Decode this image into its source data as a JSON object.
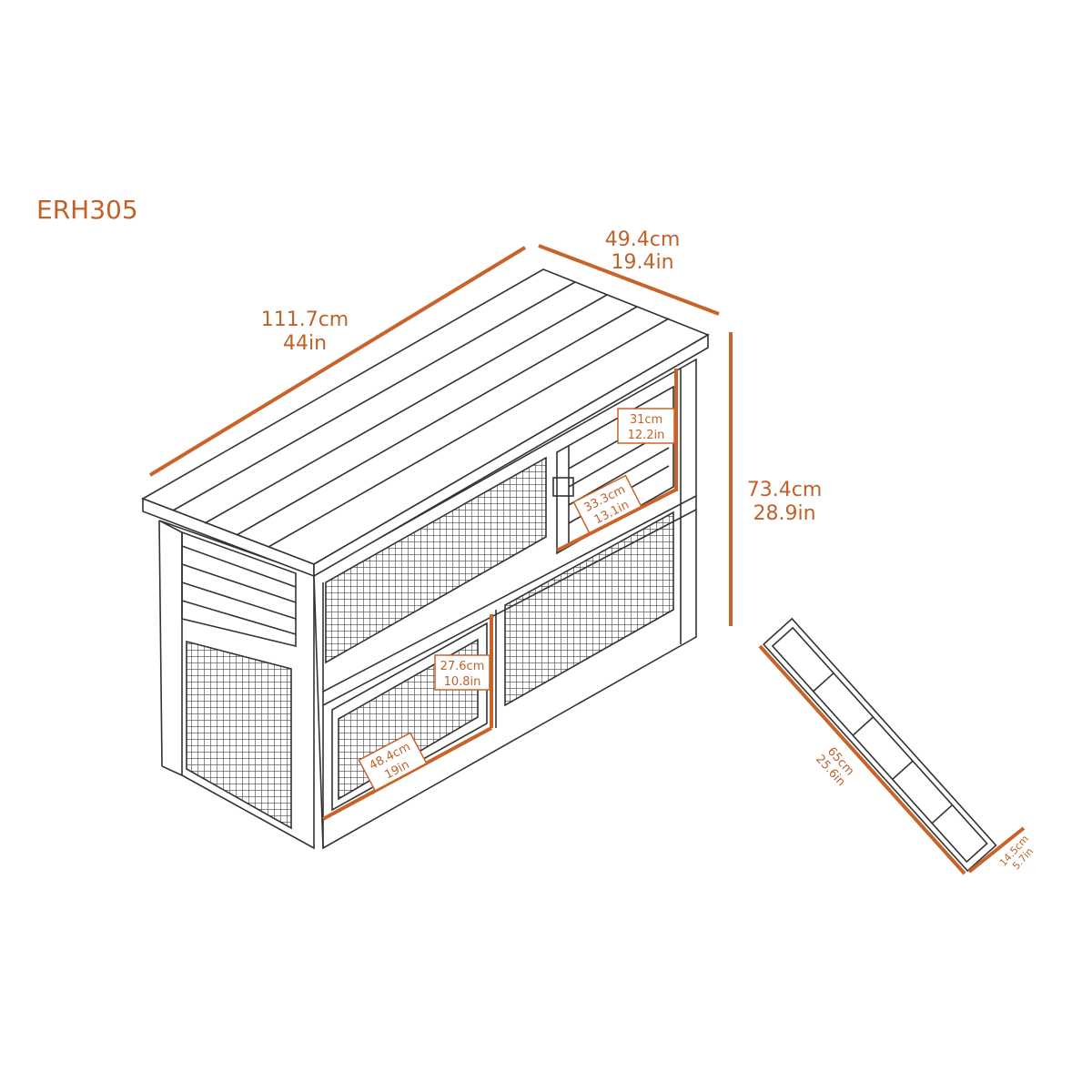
{
  "model": "ERH305",
  "accent_color": "#c8642a",
  "dimensions": {
    "length": {
      "cm": "111.7cm",
      "in": "44in"
    },
    "depth": {
      "cm": "49.4cm",
      "in": "19.4in"
    },
    "height": {
      "cm": "73.4cm",
      "in": "28.9in"
    },
    "upper_door_height": {
      "cm": "31cm",
      "in": "12.2in"
    },
    "upper_door_width": {
      "cm": "33.3cm",
      "in": "13.1in"
    },
    "lower_door_height": {
      "cm": "27.6cm",
      "in": "10.8in"
    },
    "lower_door_width": {
      "cm": "48.4cm",
      "in": "19in"
    },
    "ramp_length": {
      "cm": "65cm",
      "in": "25.6in"
    },
    "ramp_width": {
      "cm": "14.5cm",
      "in": "5.7in"
    }
  }
}
